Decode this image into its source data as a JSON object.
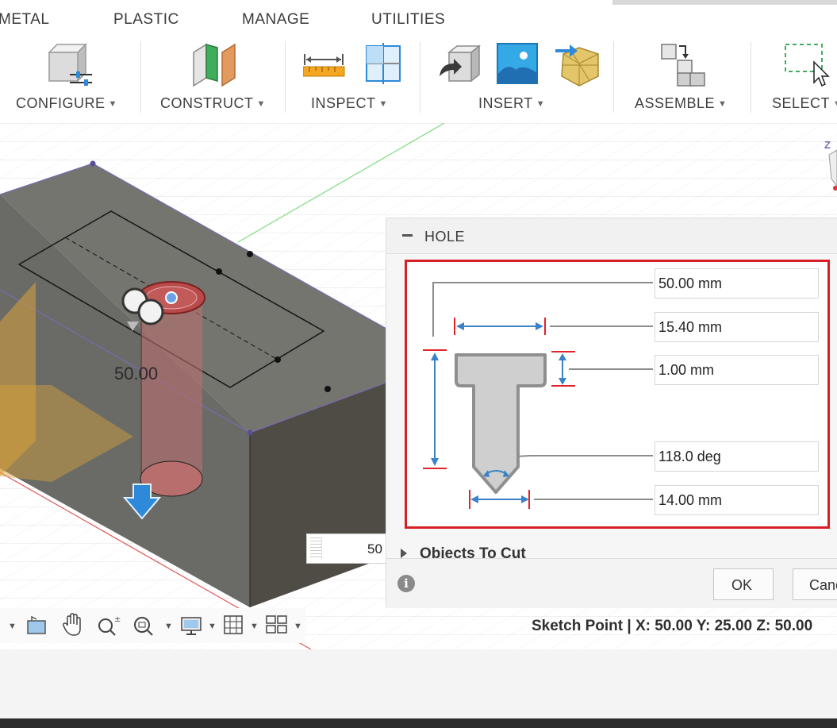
{
  "tabs": [
    "METAL",
    "PLASTIC",
    "MANAGE",
    "UTILITIES"
  ],
  "toolbar": {
    "groups": [
      {
        "label": "CONFIGURE",
        "icon": "configure-icon"
      },
      {
        "label": "CONSTRUCT",
        "icon": "construct-plane-icon"
      },
      {
        "label": "INSPECT",
        "icon": "measure-icon"
      },
      {
        "label": "INSERT",
        "icon": "insert-icon"
      },
      {
        "label": "ASSEMBLE",
        "icon": "assemble-icon"
      },
      {
        "label": "SELECT",
        "icon": "select-icon"
      }
    ]
  },
  "viewport": {
    "dimension_label": "50.00",
    "axis_label": "Z",
    "input_value": "50"
  },
  "hole_panel": {
    "title": "HOLE",
    "dimensions": {
      "depth": "50.00 mm",
      "counterbore_diameter": "15.40 mm",
      "counterbore_depth": "1.00 mm",
      "tip_angle": "118.0 deg",
      "diameter": "14.00 mm"
    },
    "objects_to_cut": "Objects To Cut",
    "ok_label": "OK",
    "cancel_label": "Cancel"
  },
  "status": {
    "text": "Sketch Point | X: 50.00 Y: 25.00 Z: 50.00"
  },
  "colors": {
    "highlight_border": "#d81f26",
    "accent_blue": "#2e8ad8",
    "body_grey": "#6f706b"
  }
}
